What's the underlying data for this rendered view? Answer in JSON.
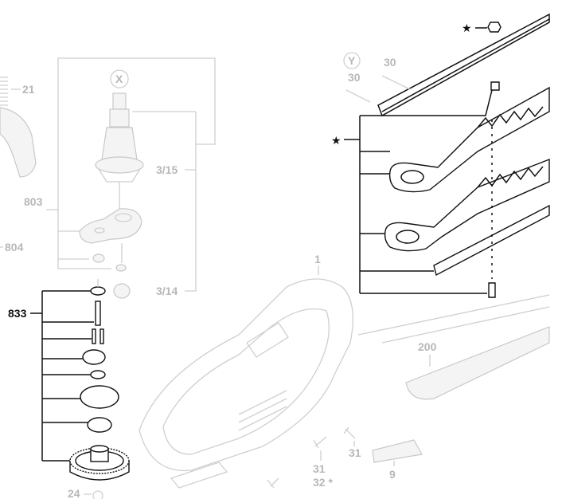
{
  "title": "Exploded parts diagram",
  "labels": {
    "p21": "21",
    "x_marker": "X",
    "p3_15": "3/15",
    "p803": "803",
    "p804": "804",
    "p3_14": "3/14",
    "p833": "833",
    "y_marker": "Y",
    "p30a": "30",
    "p30b": "30",
    "star_top": "★",
    "star_left": "★",
    "p1": "1",
    "p200": "200",
    "p31a": "31",
    "p31b": "31",
    "p32": "32 *",
    "p9": "9",
    "p24": "24"
  }
}
